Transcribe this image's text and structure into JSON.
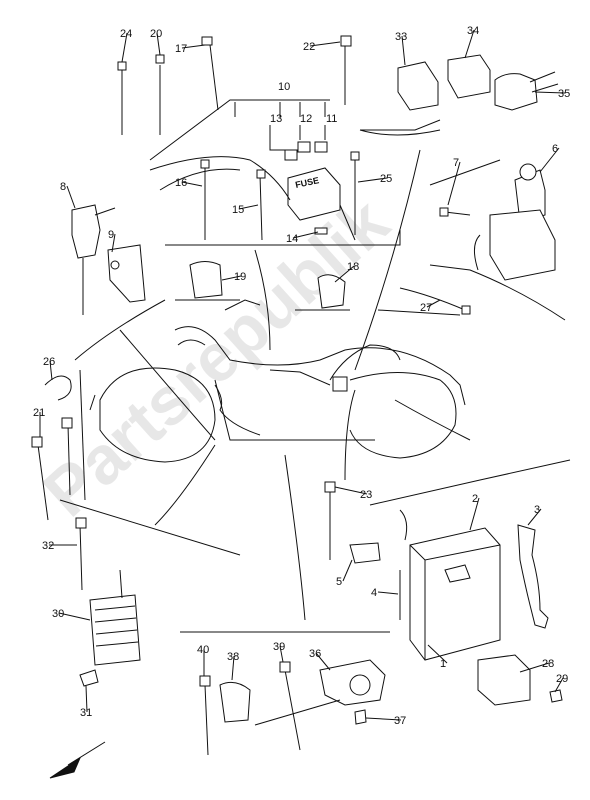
{
  "watermark": "Partsrepublik",
  "fuse_label": "FUSE",
  "callouts": [
    {
      "id": "1",
      "label": "1"
    },
    {
      "id": "2",
      "label": "2"
    },
    {
      "id": "3",
      "label": "3"
    },
    {
      "id": "4",
      "label": "4"
    },
    {
      "id": "5",
      "label": "5"
    },
    {
      "id": "6",
      "label": "6"
    },
    {
      "id": "7",
      "label": "7"
    },
    {
      "id": "8",
      "label": "8"
    },
    {
      "id": "9",
      "label": "9"
    },
    {
      "id": "10",
      "label": "10"
    },
    {
      "id": "11",
      "label": "11"
    },
    {
      "id": "12",
      "label": "12"
    },
    {
      "id": "13",
      "label": "13"
    },
    {
      "id": "14",
      "label": "14"
    },
    {
      "id": "15",
      "label": "15"
    },
    {
      "id": "16",
      "label": "16"
    },
    {
      "id": "17",
      "label": "17"
    },
    {
      "id": "18",
      "label": "18"
    },
    {
      "id": "19",
      "label": "19"
    },
    {
      "id": "20",
      "label": "20"
    },
    {
      "id": "21",
      "label": "21"
    },
    {
      "id": "22",
      "label": "22"
    },
    {
      "id": "23",
      "label": "23"
    },
    {
      "id": "24",
      "label": "24"
    },
    {
      "id": "25",
      "label": "25"
    },
    {
      "id": "26",
      "label": "26"
    },
    {
      "id": "27",
      "label": "27"
    },
    {
      "id": "28",
      "label": "28"
    },
    {
      "id": "29",
      "label": "29"
    },
    {
      "id": "30",
      "label": "30"
    },
    {
      "id": "31",
      "label": "31"
    },
    {
      "id": "32",
      "label": "32"
    },
    {
      "id": "33",
      "label": "33"
    },
    {
      "id": "34",
      "label": "34"
    },
    {
      "id": "35",
      "label": "35"
    },
    {
      "id": "36",
      "label": "36"
    },
    {
      "id": "37",
      "label": "37"
    },
    {
      "id": "38",
      "label": "38"
    },
    {
      "id": "39",
      "label": "39"
    },
    {
      "id": "40",
      "label": "40"
    }
  ]
}
